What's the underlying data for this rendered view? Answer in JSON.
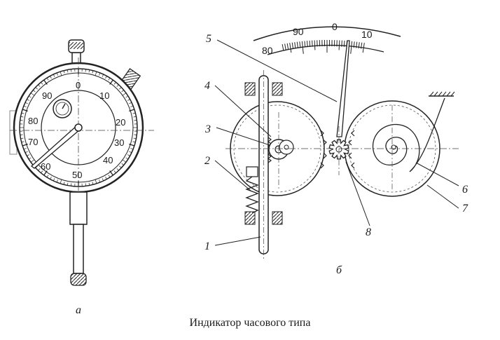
{
  "caption": "Индикатор часового типа",
  "panel_labels": {
    "left": "а",
    "right": "б"
  },
  "dial_numbers": [
    "0",
    "10",
    "20",
    "30",
    "40",
    "50",
    "60",
    "70",
    "80",
    "90"
  ],
  "scale_numbers": {
    "left": "80",
    "mid_left": "90",
    "center": "0",
    "right": "10"
  },
  "part_labels": {
    "p1": "1",
    "p2": "2",
    "p3": "3",
    "p4": "4",
    "p5": "5",
    "p6": "6",
    "p7": "7",
    "p8": "8"
  }
}
